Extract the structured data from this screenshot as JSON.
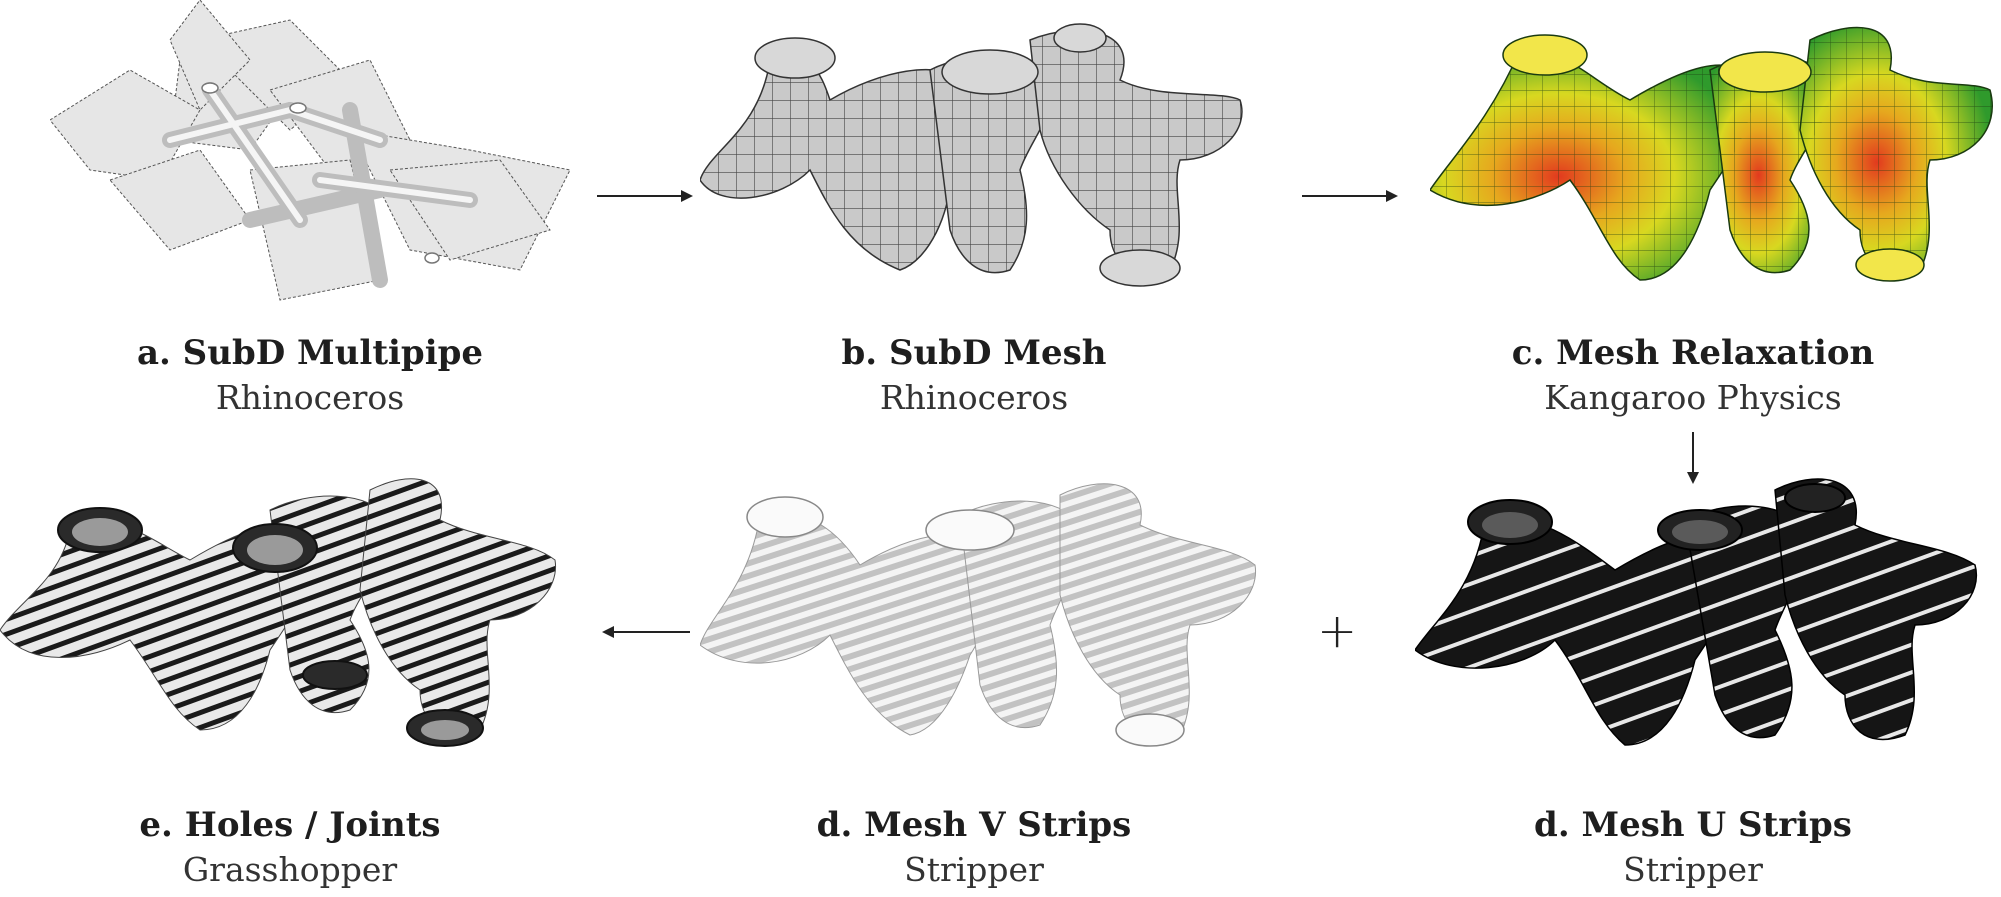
{
  "steps": [
    {
      "id": "a",
      "title": "a. SubD Multipipe",
      "tool": "Rhinoceros"
    },
    {
      "id": "b",
      "title": "b. SubD Mesh",
      "tool": "Rhinoceros"
    },
    {
      "id": "c",
      "title": "c. Mesh Relaxation",
      "tool": "Kangaroo Physics"
    },
    {
      "id": "d_u",
      "title": "d. Mesh U Strips",
      "tool": "Stripper"
    },
    {
      "id": "d_v",
      "title": "d. Mesh V Strips",
      "tool": "Stripper"
    },
    {
      "id": "e",
      "title": "e. Holes / Joints",
      "tool": "Grasshopper"
    }
  ],
  "connectors": {
    "plus": "+"
  },
  "colors": {
    "mesh_grey": "#c8c8c8",
    "relax_green": "#2f9a2c",
    "relax_yellow": "#e6e020",
    "relax_red": "#e23a1e",
    "strip_black": "#151515",
    "strip_light": "#d8d8d8"
  }
}
